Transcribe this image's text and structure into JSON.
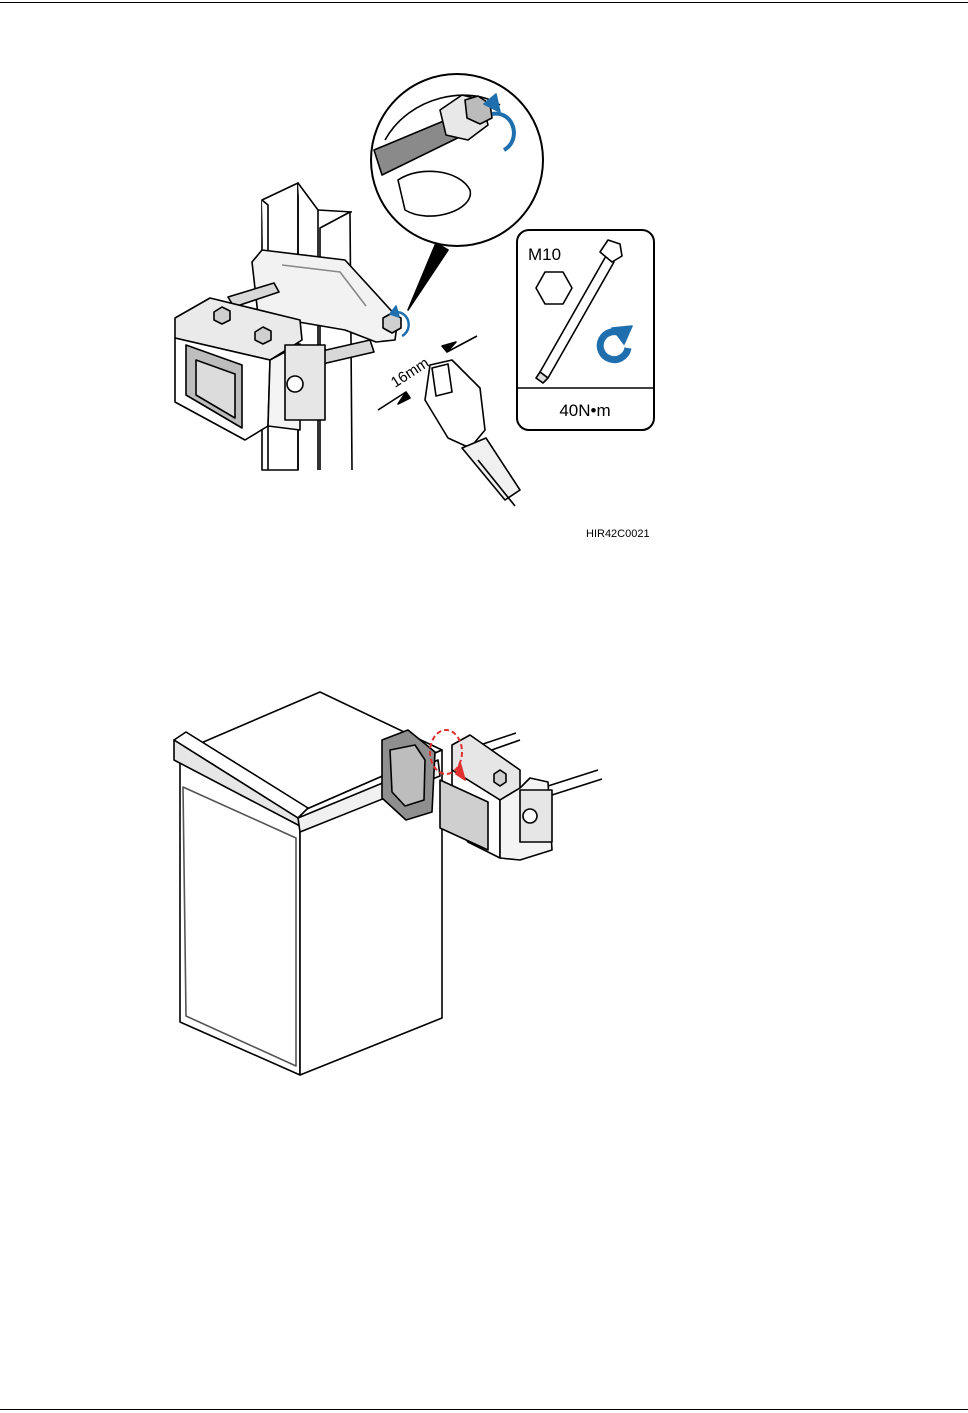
{
  "figure1": {
    "figure_id": "HIR42C0021",
    "nut_size": "M10",
    "wrench_size": "16mm",
    "torque": "40N•m",
    "accent_color": "#1f6fae"
  },
  "figure2": {
    "highlight_color": "#e03030"
  }
}
